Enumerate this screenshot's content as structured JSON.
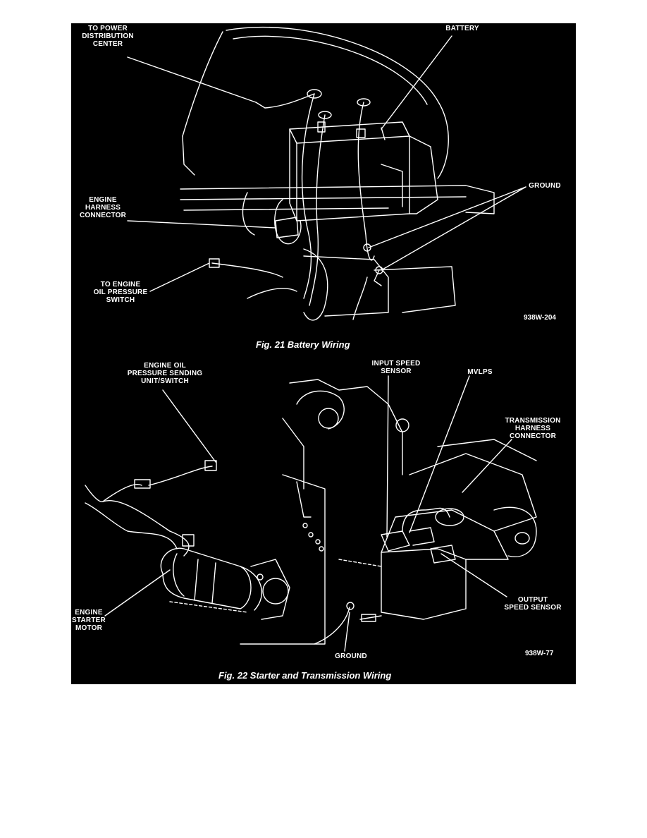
{
  "figure_21": {
    "caption": "Fig. 21 Battery Wiring",
    "code": "938W-204",
    "labels": {
      "power_distribution": "TO POWER\nDISTRIBUTION\nCENTER",
      "battery": "BATTERY",
      "ground": "GROUND",
      "engine_harness_connector": "ENGINE\nHARNESS\nCONNECTOR",
      "oil_pressure_switch": "TO ENGINE\nOIL PRESSURE\nSWITCH"
    }
  },
  "figure_22": {
    "caption": "Fig. 22 Starter and Transmission Wiring",
    "code": "938W-77",
    "labels": {
      "oil_pressure_sending_unit": "ENGINE OIL\nPRESSURE SENDING\nUNIT/SWITCH",
      "input_speed_sensor": "INPUT SPEED\nSENSOR",
      "mvlps": "MVLPS",
      "transmission_harness_connector": "TRANSMISSION\nHARNESS\nCONNECTOR",
      "engine_starter_motor": "ENGINE\nSTARTER\nMOTOR",
      "output_speed_sensor": "OUTPUT\nSPEED SENSOR",
      "ground": "GROUND"
    }
  },
  "colors": {
    "background": "#000000",
    "ink": "#ffffff",
    "page": "#ffffff"
  }
}
